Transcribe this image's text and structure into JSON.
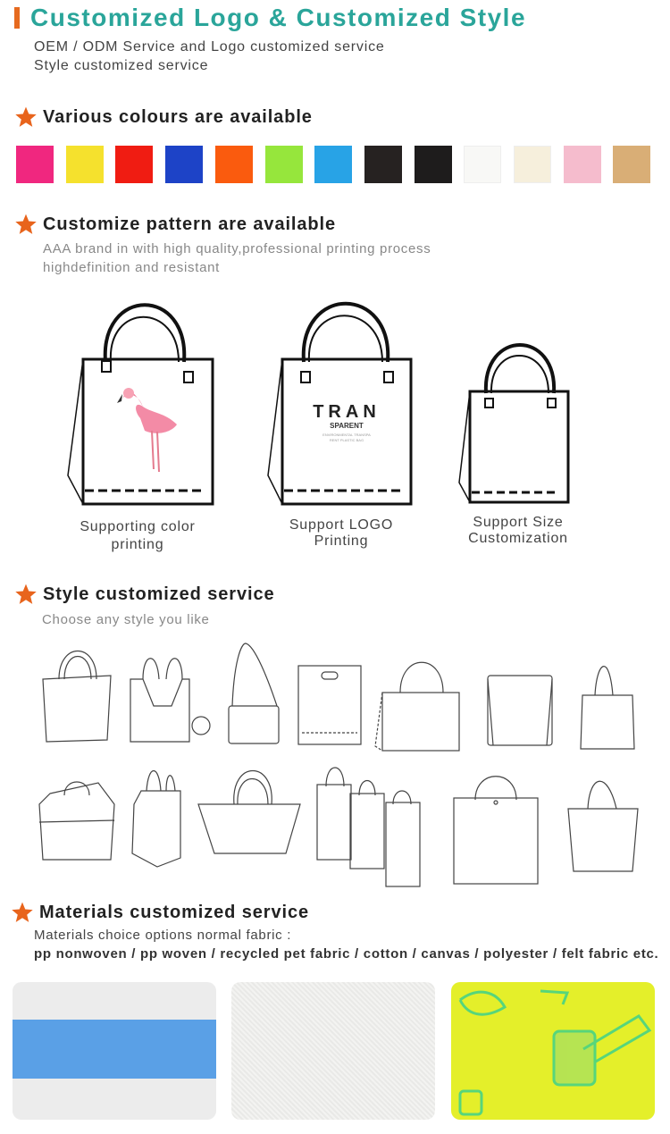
{
  "header": {
    "title": "Customized Logo & Customized Style",
    "lines": [
      "OEM / ODM Service and Logo customized service",
      "Style customized service"
    ]
  },
  "colours": {
    "heading": "Various colours are available",
    "swatches": [
      "#f0277f",
      "#f5e12d",
      "#f01c12",
      "#1d43c7",
      "#fa5b0e",
      "#96e63c",
      "#28a3e6",
      "#262221",
      "#1e1c1c",
      "#f8f8f6",
      "#f6efdc",
      "#f5bccd",
      "#d9ae76"
    ]
  },
  "pattern": {
    "heading": "Customize pattern are available",
    "lines": [
      "AAA brand in with high quality,professional printing process",
      "highdefinition and resistant"
    ],
    "bags": [
      {
        "caption_1": "Supporting color",
        "caption_2": "printing"
      },
      {
        "caption_1": "Support LOGO",
        "caption_2": "Printing",
        "logo_big": "TRAN",
        "logo_small": "SPARENT",
        "logo_tiny_1": "ENVIRONMENTAL TRANSPA",
        "logo_tiny_2": "RENT PLASTIC BAG"
      },
      {
        "caption_1": "Support Size",
        "caption_2": "Customization"
      }
    ]
  },
  "style": {
    "heading": "Style customized service",
    "subtitle": "Choose any style you like"
  },
  "materials": {
    "heading": "Materials customized service",
    "line_1": "Materials choice options normal fabric :",
    "line_2": "pp nonwoven / pp woven / recycled pet fabric / cotton / canvas / polyester / felt fabric etc."
  }
}
